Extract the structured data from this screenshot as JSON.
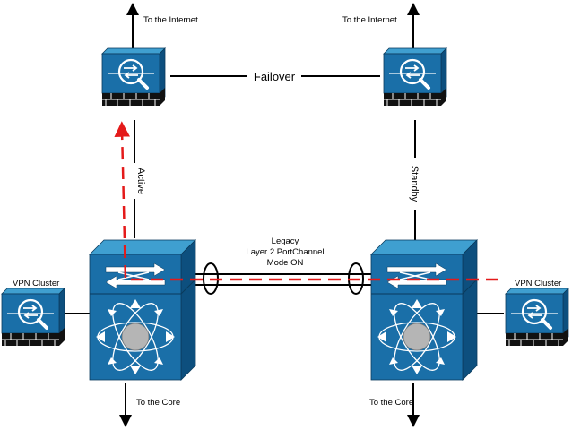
{
  "labels": {
    "internet_left": "To the Internet",
    "internet_right": "To the Internet",
    "failover": "Failover",
    "active": "Active",
    "standby": "Standby",
    "legacy_line1": "Legacy",
    "legacy_line2": "Layer 2 PortChannel",
    "legacy_line3": "Mode ON",
    "vpn_left": "VPN Cluster",
    "vpn_right": "VPN Cluster",
    "core_left": "To the Core",
    "core_right": "To the Core"
  },
  "devices": {
    "firewall_top_left": "firewall-icon",
    "firewall_top_right": "firewall-icon",
    "vpn_left": "firewall-icon",
    "vpn_right": "firewall-icon",
    "switch_left": "layer3-switch-icon",
    "switch_right": "layer3-switch-icon"
  },
  "colors": {
    "device_face": "#1a6fa8",
    "device_top": "#3f9fd0",
    "device_side": "#0d4f7e",
    "brick": "#111111",
    "traffic_path": "#e41a1a",
    "link": "#000000"
  }
}
